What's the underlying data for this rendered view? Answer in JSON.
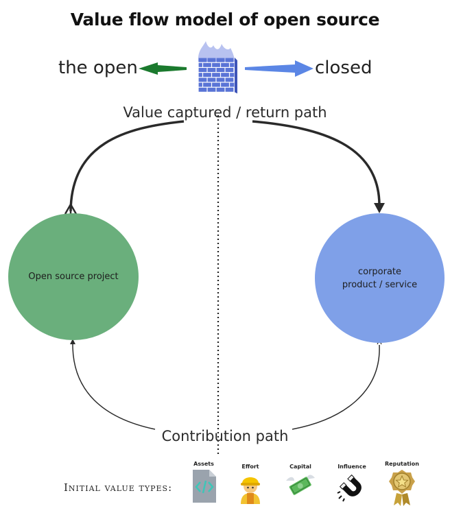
{
  "title": "Value flow model of open source",
  "labels": {
    "left": "the open",
    "right": "closed",
    "top_path": "Value captured / return path",
    "bottom_path": "Contribution path"
  },
  "nodes": {
    "open_source": {
      "label": "Open source project",
      "color": "#6aaf7c"
    },
    "corporate": {
      "line1": "corporate",
      "line2": "product / service",
      "color": "#7fa0e8"
    }
  },
  "colors": {
    "left_arrow": "#1b7a2e",
    "right_arrow": "#5b86e5",
    "firewall_brick": "#5a74d6",
    "flame": "#b8c2f0"
  },
  "legend": {
    "heading": "Initial value types:",
    "items": [
      {
        "label": "Assets",
        "icon": "code-file-icon"
      },
      {
        "label": "Effort",
        "icon": "construction-worker-icon"
      },
      {
        "label": "Capital",
        "icon": "money-with-wings-icon"
      },
      {
        "label": "Influence",
        "icon": "magnet-icon"
      },
      {
        "label": "Reputation",
        "icon": "medal-icon"
      }
    ]
  }
}
